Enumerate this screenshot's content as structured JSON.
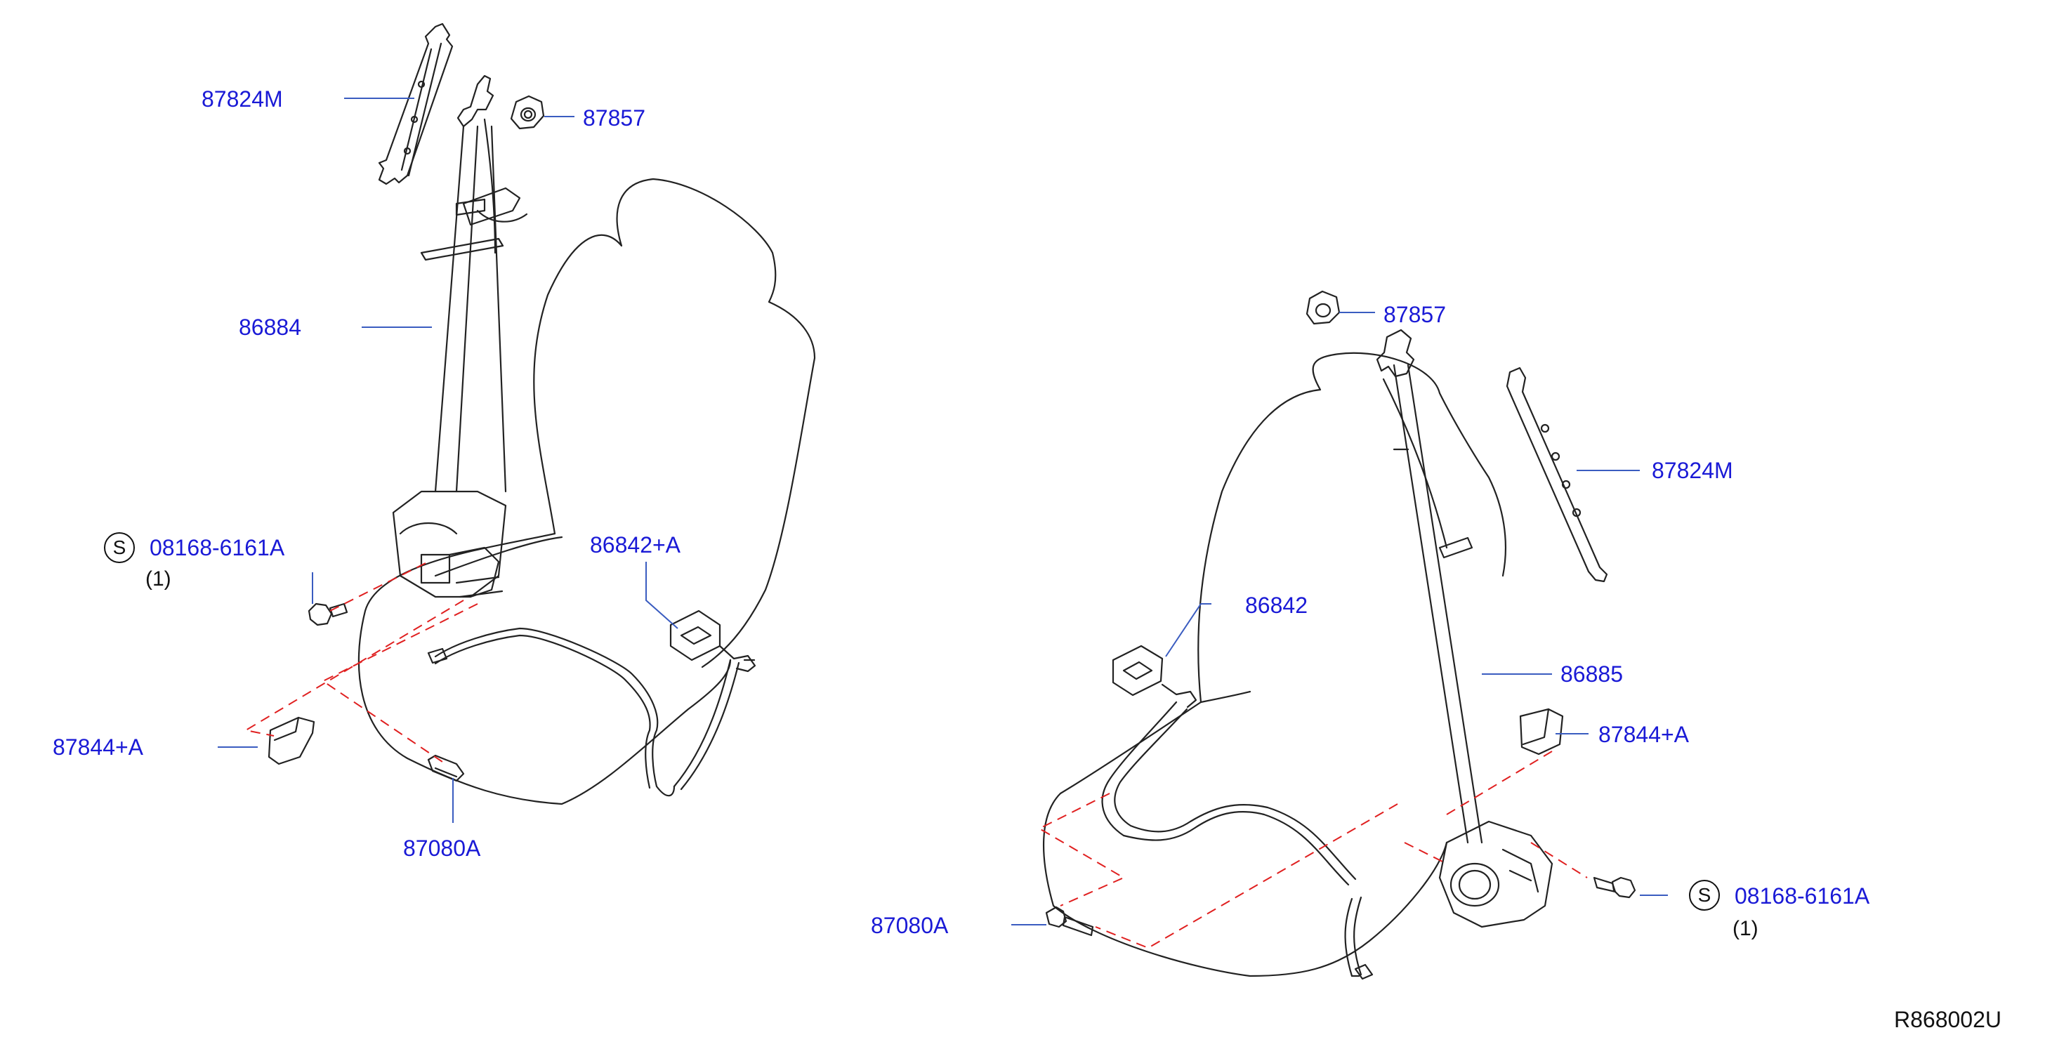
{
  "reference_code": "R868002U",
  "colors": {
    "label": "#1a1ad6",
    "leader": "#3a5cc0",
    "dash": "#e02020",
    "line": "#222222"
  },
  "left_assembly": {
    "guide_plate": "87824M",
    "nut": "87857",
    "belt": "86884",
    "bolt_symbol": "S",
    "bolt": "08168-6161A",
    "bolt_qty": "(1)",
    "buckle": "86842+A",
    "cover": "87844+A",
    "lower_bolt": "87080A"
  },
  "right_assembly": {
    "nut": "87857",
    "guide_plate": "87824M",
    "buckle": "86842",
    "belt": "86885",
    "cover": "87844+A",
    "bolt_symbol": "S",
    "bolt": "08168-6161A",
    "bolt_qty": "(1)",
    "lower_bolt": "87080A"
  }
}
